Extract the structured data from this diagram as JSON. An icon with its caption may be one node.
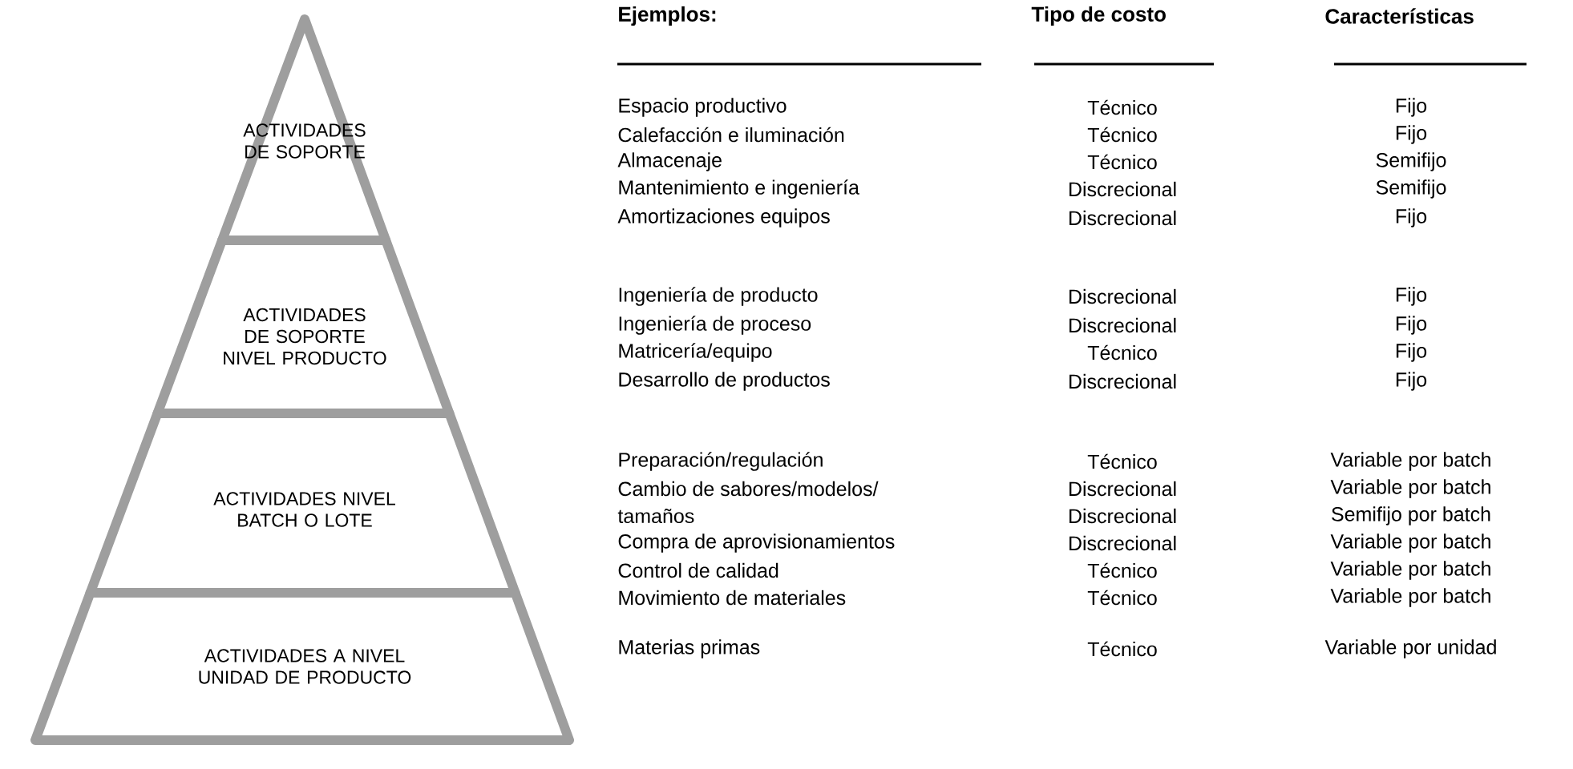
{
  "diagram": {
    "nodes": [
      {
        "text": [
          "ACTIVIDADES DE SOPORTE"
        ]
      },
      {
        "text": [
          "ACTIVIDADES DE SOPORTE NIVEL PRODUCTO"
        ]
      },
      {
        "text": [
          "ACTIVIDADES NIVEL BATCH O LOTE"
        ]
      },
      {
        "text": [
          "ACTIVIDADES A NIVEL UNIDAD DE PRODUCTO"
        ]
      }
    ],
    "edges": [],
    "labels": [
      "Ejemplos:",
      "Tipo de costo",
      "Características",
      "Espacio productivo",
      "Técnico",
      "Fijo",
      "Calefacción e iluminación",
      "Técnico",
      "Fijo",
      "Almacenaje",
      "Técnico",
      "Semifijo",
      "Mantenimiento e ingeniería",
      "Discrecional",
      "Semifijo",
      "Amortizaciones equipos",
      "Discrecional",
      "Fijo",
      "Ingeniería de producto",
      "Discrecional",
      "Fijo",
      "Ingeniería de proceso",
      "Discrecional",
      "Fijo",
      "Matricería/equipo",
      "Técnico",
      "Fijo",
      "Desarrollo de productos",
      "Discrecional",
      "Fijo",
      "Preparación/regulación",
      "Técnico",
      "Variable por batch",
      "Cambio de sabores/modelos/",
      "Discrecional",
      "Variable por batch",
      "tamaños",
      "Discrecional",
      "Semifijo por batch",
      "Compra de aprovisionamientos",
      "Discrecional",
      "Variable por batch",
      "Control de calidad",
      "Técnico",
      "Variable por batch",
      "Movimiento de materiales",
      "Técnico",
      "Variable por batch",
      "Materias primas",
      "Técnico",
      "Variable por unidad"
    ]
  }
}
